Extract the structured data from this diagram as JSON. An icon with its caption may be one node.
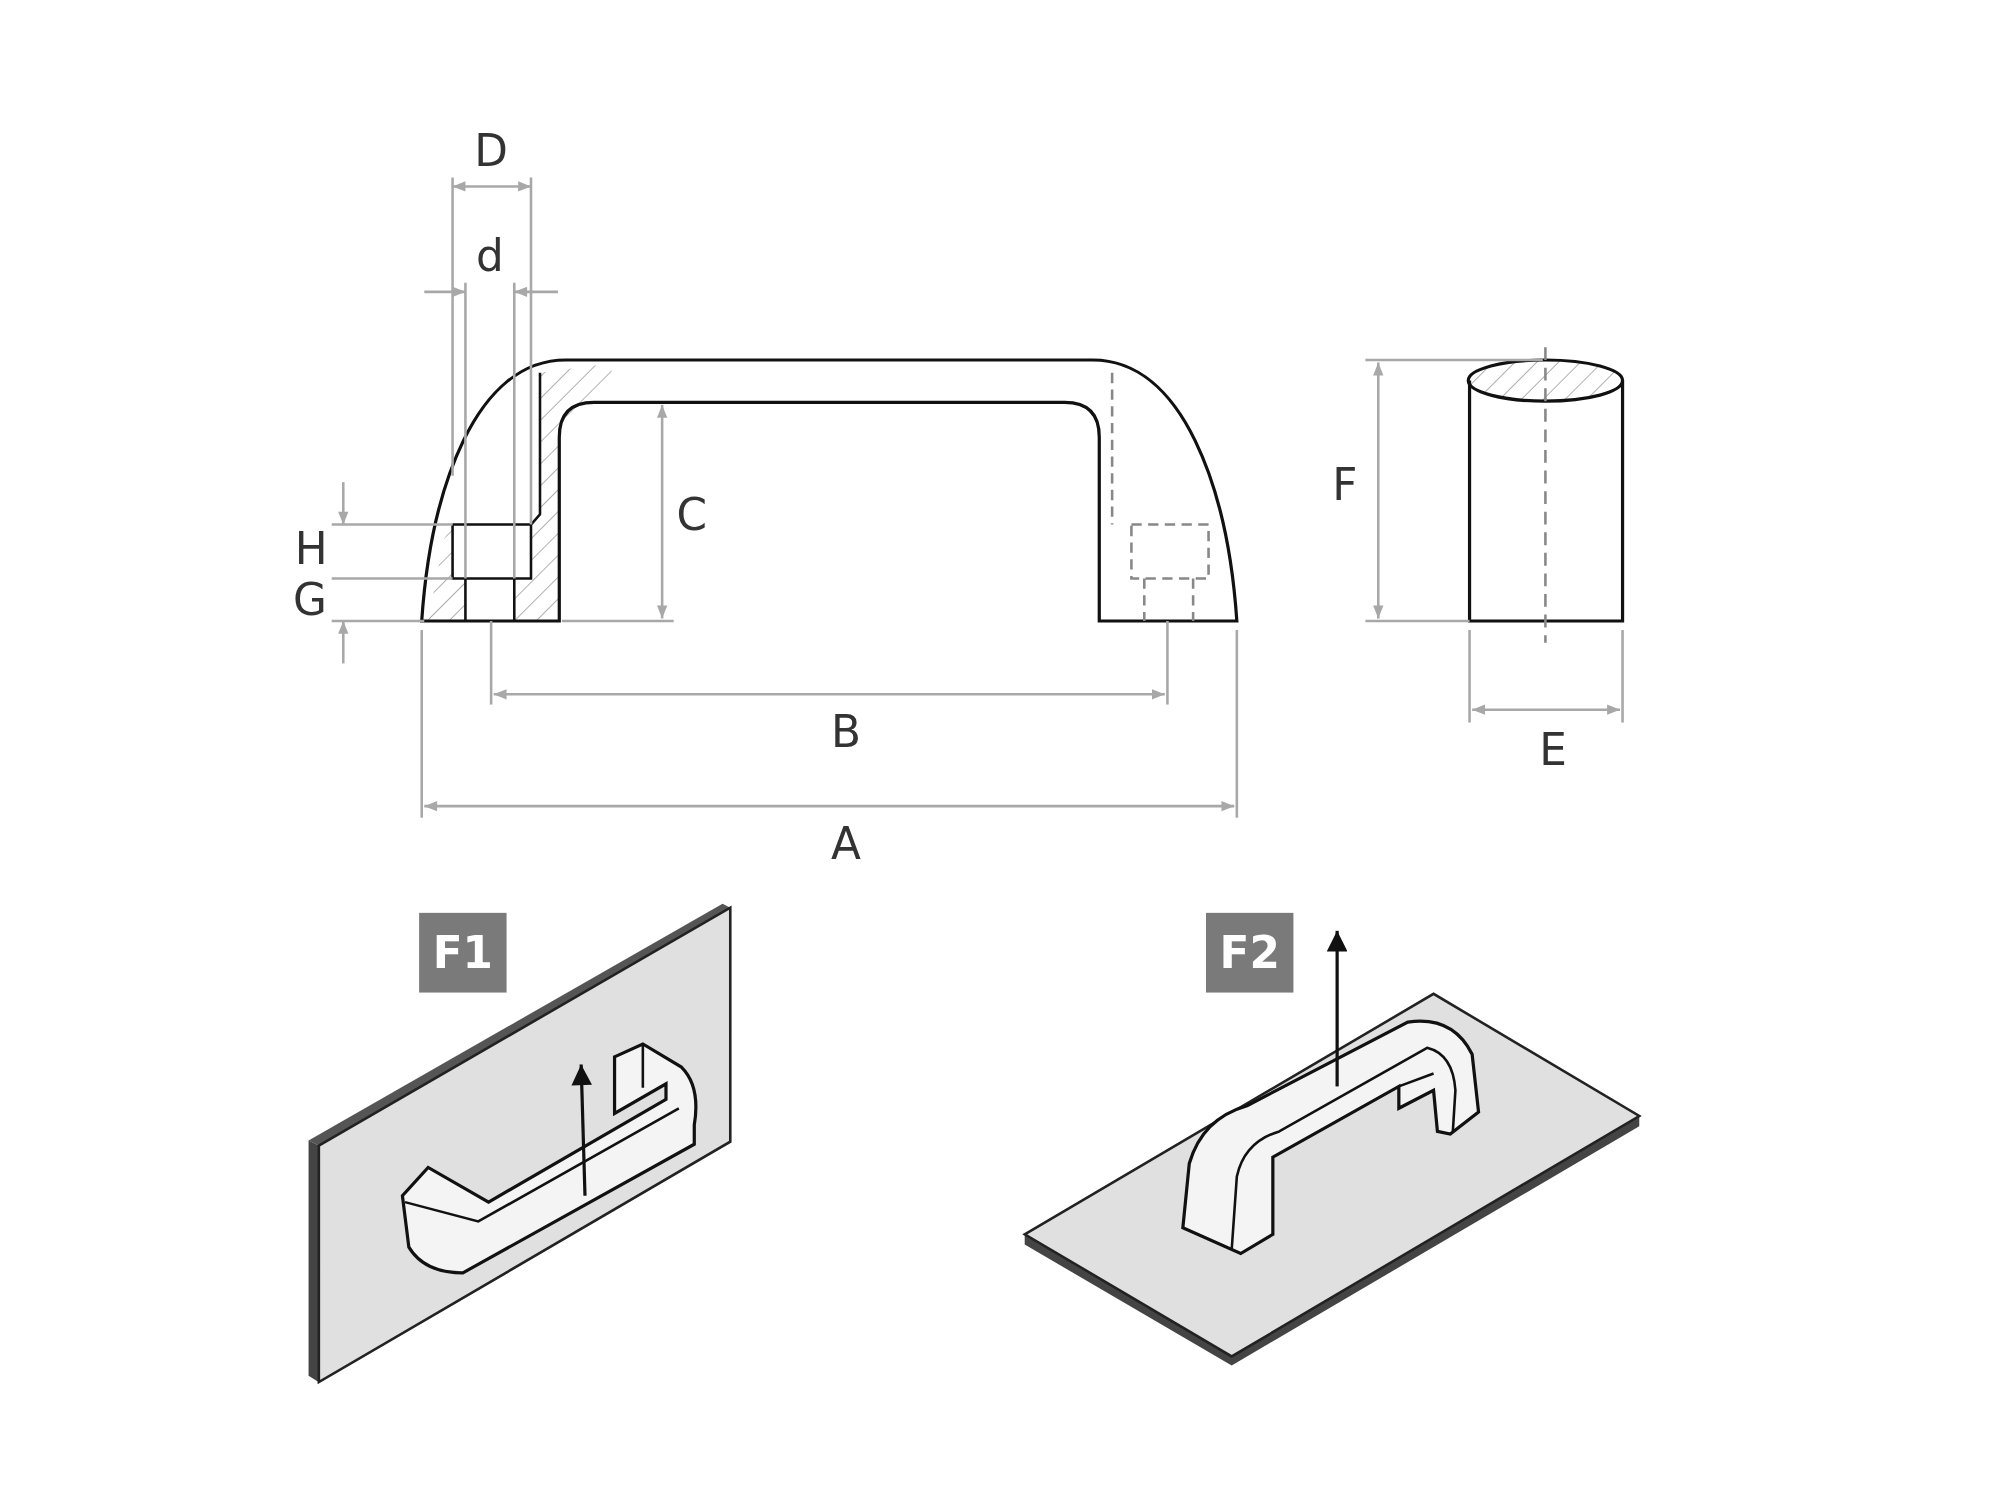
{
  "diagram": {
    "labels": [
      "D",
      "d",
      "F",
      "C",
      "H",
      "G",
      "B",
      "E",
      "A",
      "F1",
      "F2"
    ]
  }
}
